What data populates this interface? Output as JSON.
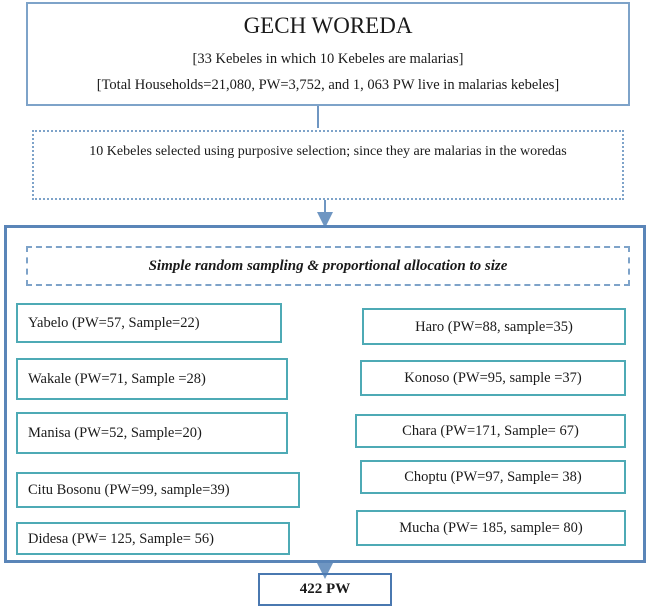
{
  "top": {
    "title": "GECH WOREDA",
    "line1": "[33 Kebeles in which 10 Kebeles are malarias]",
    "line2": "[Total Households=21,080, PW=3,752, and 1, 063 PW live in malarias kebeles]"
  },
  "selection": {
    "text": "10 Kebeles selected using purposive selection; since they are malarias in the woredas"
  },
  "sampling": {
    "text": "Simple random sampling & proportional allocation to size"
  },
  "kebeles_left": [
    "Yabelo (PW=57, Sample=22)",
    "Wakale (PW=71, Sample =28)",
    "Manisa (PW=52, Sample=20)",
    "Citu Bosonu (PW=99, sample=39)",
    "Didesa (PW= 125, Sample= 56)"
  ],
  "kebeles_right": [
    "Haro (PW=88, sample=35)",
    "Konoso (PW=95, sample =37)",
    "Chara (PW=171, Sample= 67)",
    "Choptu (PW=97, Sample= 38)",
    "Mucha (PW= 185, sample= 80)"
  ],
  "total": {
    "text": "422 PW"
  },
  "colors": {
    "box_border": "#7ea3c9",
    "frame_border": "#5a85b8",
    "kebele_border": "#4eaab5",
    "arrow": "#6f96c2"
  }
}
